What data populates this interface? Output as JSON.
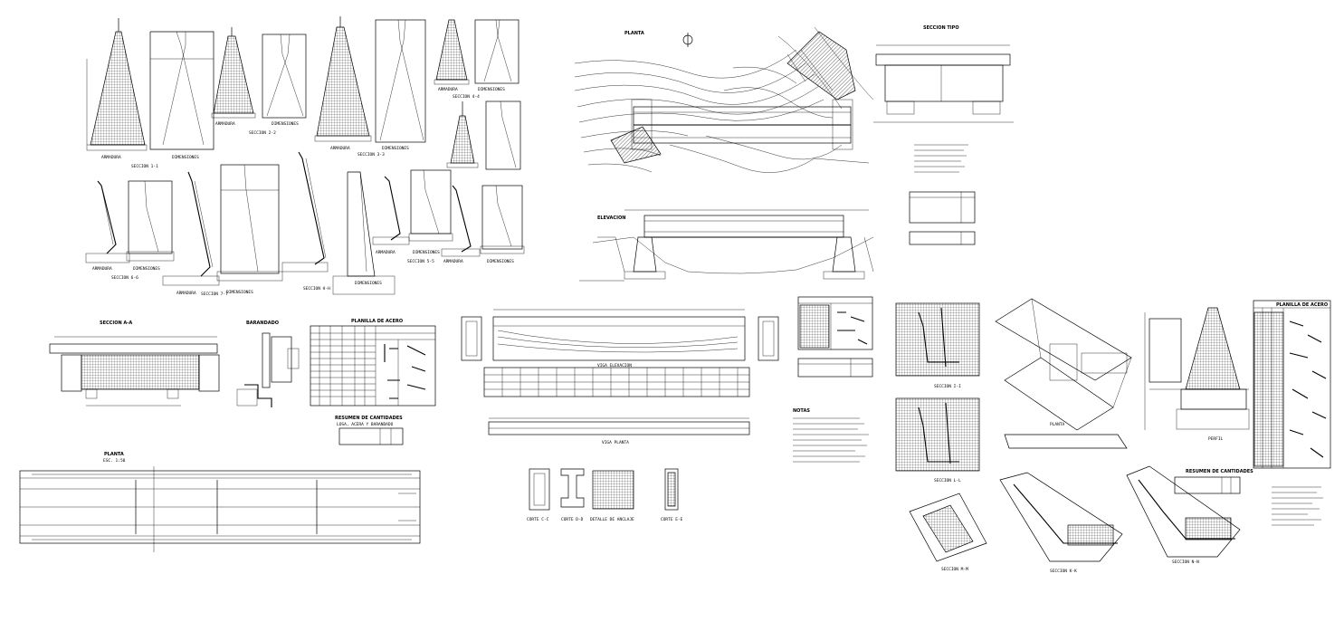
{
  "sheet": {
    "background": "#ffffff",
    "ink": "#000000"
  },
  "labels": {
    "planta_title": "PLANTA",
    "elevacion_title": "ELEVACION",
    "seccion_tipo": "SECCION TIPO",
    "seccion_aa": "SECCION A-A",
    "planta_lower": "PLANTA",
    "planta_lower_scale": "ESC. 1:50",
    "notas_title": "NOTAS",
    "planilla_acero": "PLANILLA DE ACERO",
    "planilla_acero_2": "PLANILLA DE ACERO",
    "resumen_cantidades": "RESUMEN DE CANTIDADES",
    "resumen_cantidades_2": "RESUMEN DE CANTIDADES",
    "resumen_losa": "LOSA, ACERA Y BARANDADO",
    "armadura": "ARMADURA",
    "dimensiones": "DIMENSIONES",
    "seccion_1_1": "SECCION 1-1",
    "seccion_2_2": "SECCION 2-2",
    "seccion_3_3": "SECCION 3-3",
    "seccion_4_4": "SECCION 4-4",
    "seccion_5_5": "SECCION 5-5",
    "seccion_6_6": "SECCION 6-6",
    "seccion_7_7": "SECCION 7-7",
    "seccion_h_h": "SECCION H-H",
    "seccion_i_i": "SECCION I-I",
    "seccion_l_l": "SECCION L-L",
    "seccion_m_m": "SECCION M-M",
    "seccion_n_n": "SECCION N-N",
    "seccion_k_k": "SECCION K-K",
    "viga_planta": "VIGA PLANTA",
    "viga_elevacion": "VIGA ELEVACION",
    "corte_c_c": "CORTE C-C",
    "corte_d_d": "CORTE D-D",
    "detalle_anclaje": "DETALLE DE ANCLAJE",
    "corte_e_e": "CORTE E-E",
    "baranda": "BARANDADO",
    "perfil": "PERFIL",
    "planta_estribo": "PLANTA"
  }
}
